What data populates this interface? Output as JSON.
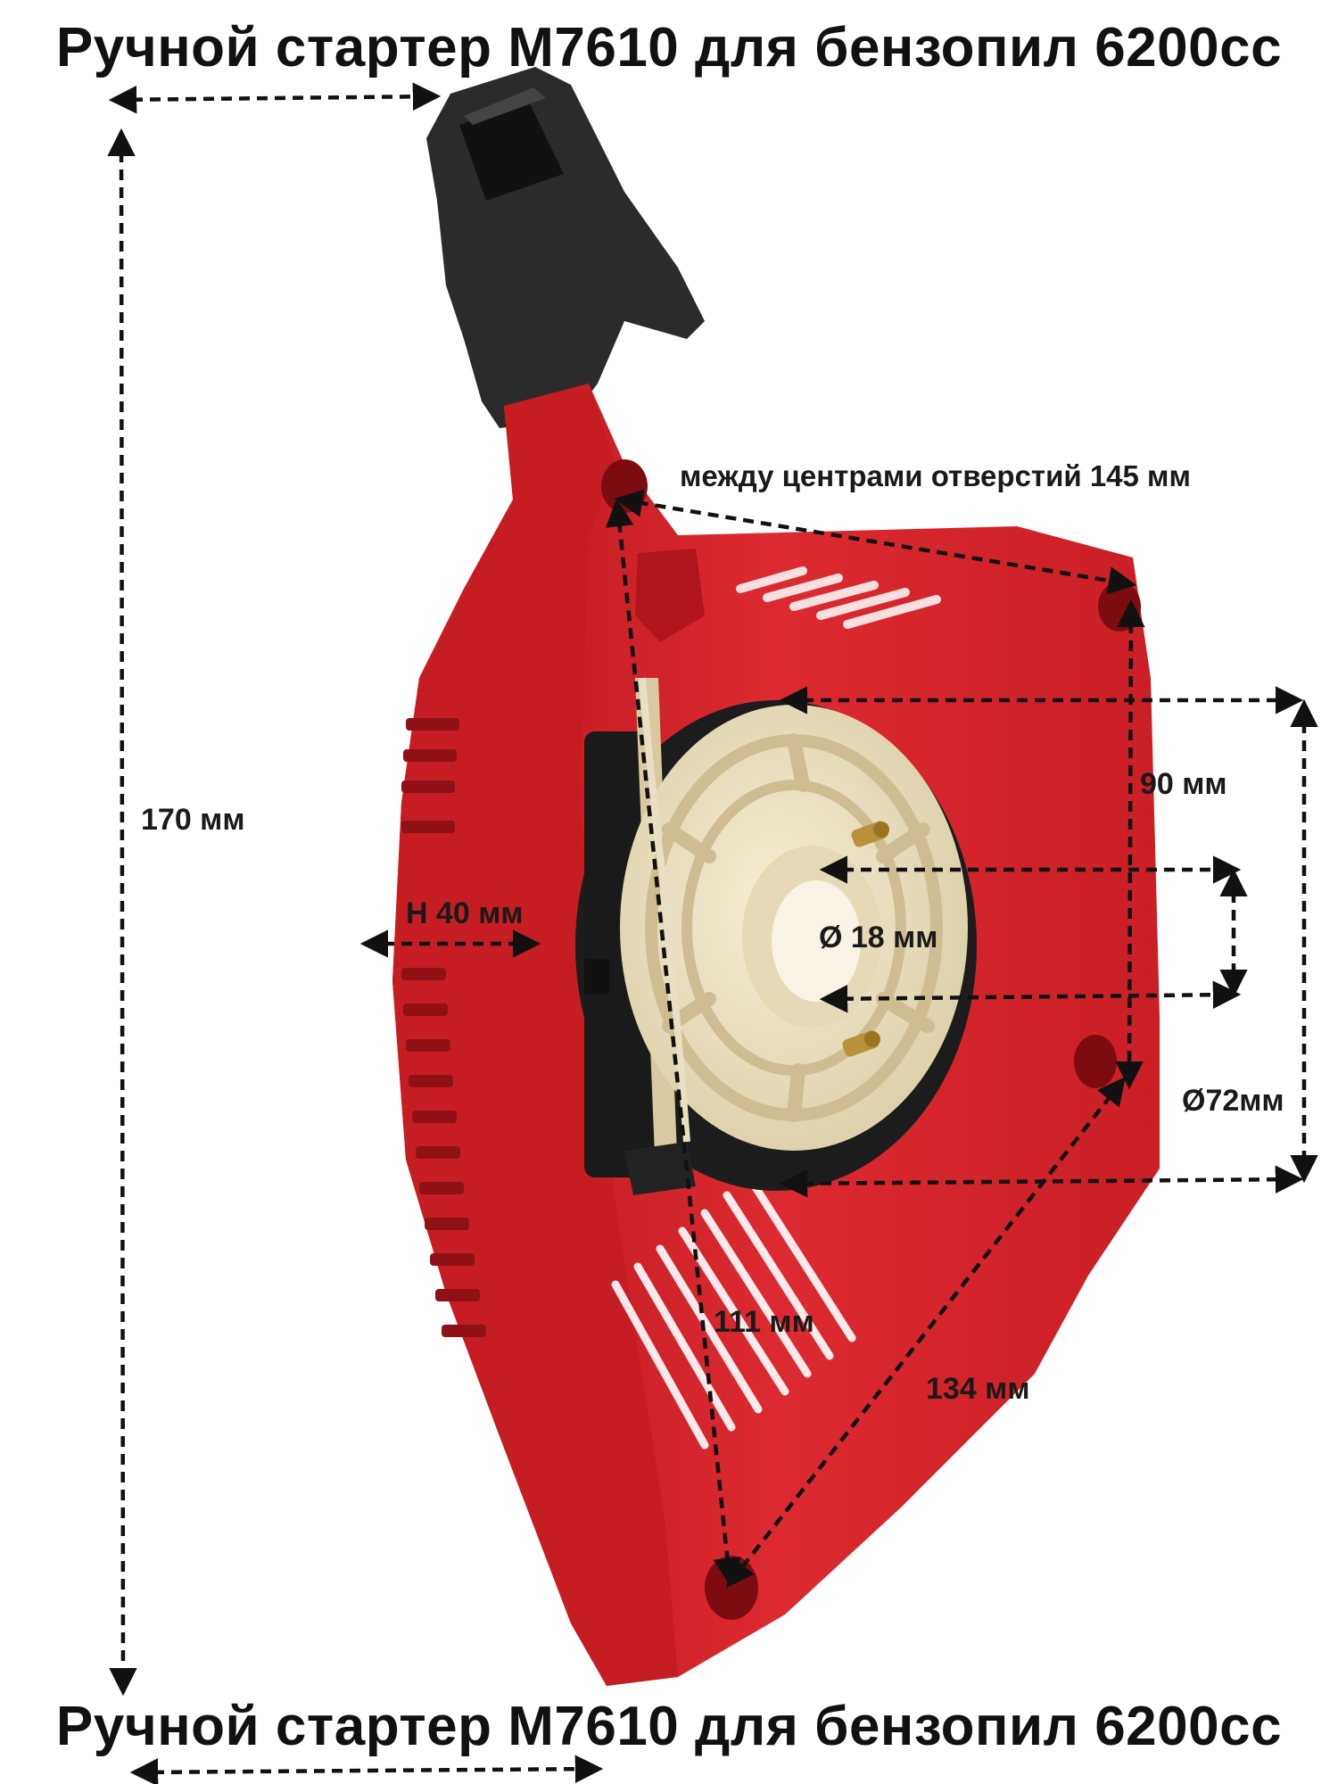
{
  "product": {
    "title_top": "Ручной стартер М7610 для бензопил 6200cc",
    "title_bottom": "Ручной стартер М7610 для бензопил 6200cc"
  },
  "dimensions": {
    "height": "170 мм",
    "depth": "Н 40 мм",
    "holes_spacing": "между центрами отверстий 145 мм",
    "side_90": "90 мм",
    "shaft_diameter": "Ø 18 мм",
    "pulley_diameter": "Ø72мм",
    "side_111": "111 мм",
    "side_134": "134 мм"
  },
  "colors": {
    "housing_red": "#d9262b",
    "housing_dark_red": "#a3141a",
    "handle_black": "#2a2a2a",
    "pulley_beige": "#eee3c3"
  }
}
